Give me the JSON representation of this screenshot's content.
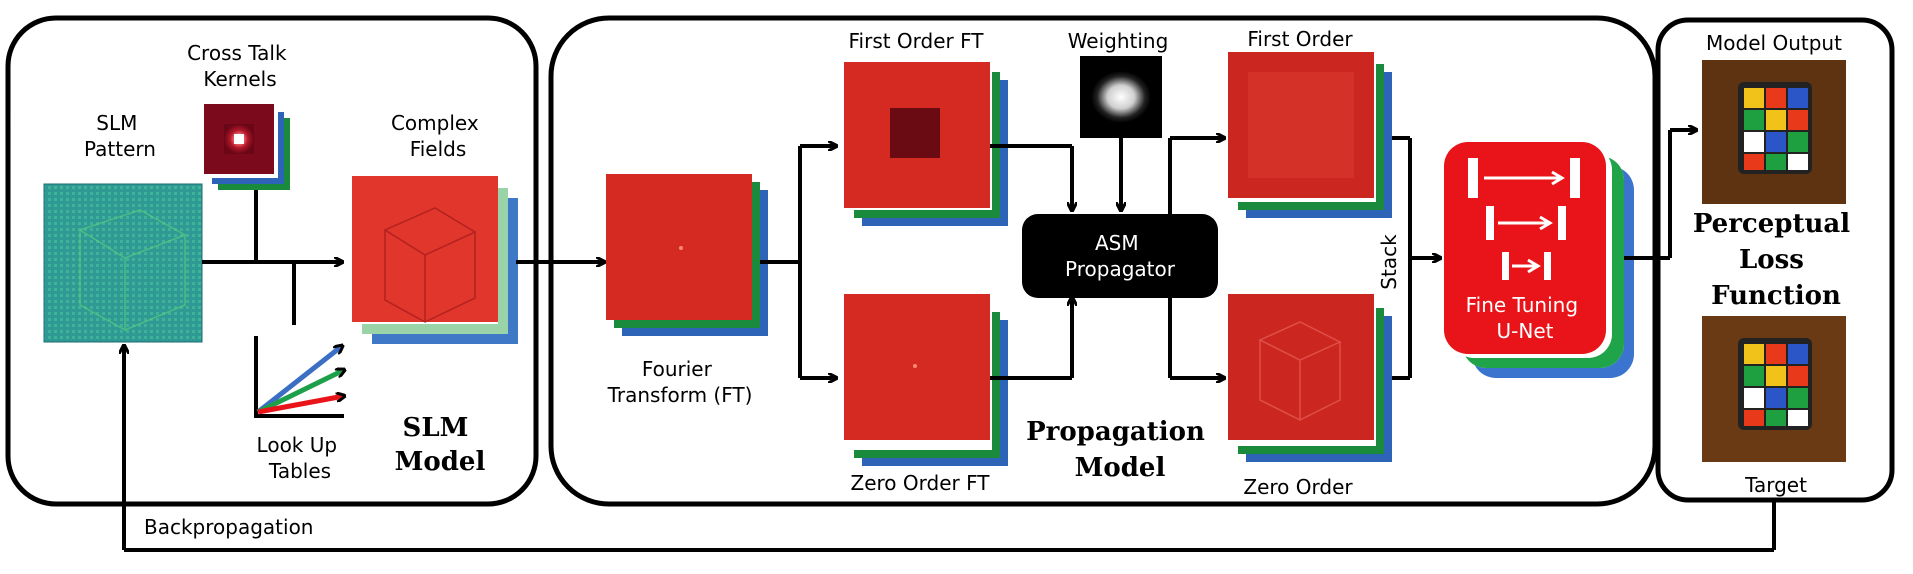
{
  "slm_model": {
    "slm_pattern": [
      "SLM",
      "Pattern"
    ],
    "cross_talk": [
      "Cross Talk",
      "Kernels"
    ],
    "complex_fields": [
      "Complex",
      "Fields"
    ],
    "look_up": [
      "Look Up",
      "Tables"
    ],
    "title": [
      "SLM",
      "Model"
    ]
  },
  "propagation_model": {
    "fourier": [
      "Fourier",
      "Transform (FT)"
    ],
    "first_order_ft": "First Order FT",
    "zero_order_ft": "Zero Order FT",
    "weighting": "Weighting",
    "asm": [
      "ASM",
      "Propagator"
    ],
    "first_order": "First Order",
    "zero_order": "Zero Order",
    "stack": "Stack",
    "unet": [
      "Fine Tuning",
      "U-Net"
    ],
    "title": [
      "Propagation",
      "Model"
    ]
  },
  "loss": {
    "model_output": "Model Output",
    "title": [
      "Perceptual",
      "Loss",
      "Function"
    ],
    "target": "Target"
  },
  "backprop": "Backpropagation",
  "colors": {
    "field_red": "#d42a22",
    "stack_green": "#1a8a3c",
    "stack_blue": "#2d64b8",
    "unet_red": "#e8141a",
    "asm_black": "#000000"
  }
}
